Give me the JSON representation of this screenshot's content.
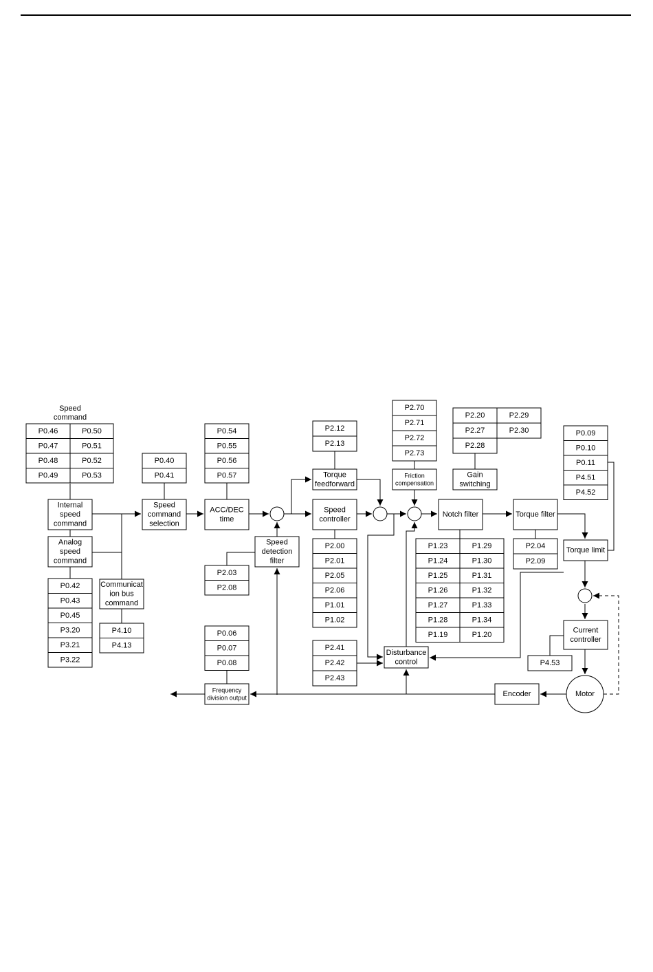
{
  "blocks": {
    "speed_command_title": [
      "Speed",
      "command"
    ],
    "internal_speed": [
      "Internal",
      "speed",
      "command"
    ],
    "analog_speed": [
      "Analog",
      "speed",
      "command"
    ],
    "comm_bus": [
      "Communicat",
      "ion bus",
      "command"
    ],
    "speed_cmd_sel": [
      "Speed",
      "command",
      "selection"
    ],
    "accdec": [
      "ACC/DEC",
      "time"
    ],
    "speed_detect": [
      "Speed",
      "detection",
      "filter"
    ],
    "torque_ff": [
      "Torque",
      "feedforward"
    ],
    "speed_ctrl": [
      "Speed",
      "controller"
    ],
    "friction": [
      "Friction",
      "compensation"
    ],
    "gain_sw": [
      "Gain",
      "switching"
    ],
    "notch": [
      "Notch filter"
    ],
    "torque_filter": [
      "Torque filter"
    ],
    "torque_limit": [
      "Torque limit"
    ],
    "current_ctrl": [
      "Current",
      "controller"
    ],
    "disturbance": [
      "Disturbance",
      "control"
    ],
    "freq_div": [
      "Frequency",
      "division output"
    ],
    "encoder": [
      "Encoder"
    ],
    "motor": [
      "Motor"
    ]
  },
  "params": {
    "speed_cmd_left": [
      "P0.46",
      "P0.47",
      "P0.48",
      "P0.49"
    ],
    "speed_cmd_right": [
      "P0.50",
      "P0.51",
      "P0.52",
      "P0.53"
    ],
    "speed_sel": [
      "P0.40",
      "P0.41"
    ],
    "accdec": [
      "P0.54",
      "P0.55",
      "P0.56",
      "P0.57"
    ],
    "analog": [
      "P0.42",
      "P0.43",
      "P0.45",
      "P3.20",
      "P3.21",
      "P3.22"
    ],
    "comm": [
      "P4.10",
      "P4.13"
    ],
    "speed_detect": [
      "P2.03",
      "P2.08"
    ],
    "freq_div": [
      "P0.06",
      "P0.07",
      "P0.08"
    ],
    "torque_ff": [
      "P2.12",
      "P2.13"
    ],
    "speed_ctrl": [
      "P2.00",
      "P2.01",
      "P2.05",
      "P2.06",
      "P1.01",
      "P1.02"
    ],
    "disturbance": [
      "P2.41",
      "P2.42",
      "P2.43"
    ],
    "friction": [
      "P2.70",
      "P2.71",
      "P2.72",
      "P2.73"
    ],
    "gain_left": [
      "P2.20",
      "P2.27",
      "P2.28"
    ],
    "gain_right": [
      "P2.29",
      "P2.30"
    ],
    "notch_left": [
      "P1.23",
      "P1.24",
      "P1.25",
      "P1.26",
      "P1.27",
      "P1.28",
      "P1.19"
    ],
    "notch_right": [
      "P1.29",
      "P1.30",
      "P1.31",
      "P1.32",
      "P1.33",
      "P1.34",
      "P1.20"
    ],
    "torque_filter": [
      "P2.04",
      "P2.09"
    ],
    "torque_limit": [
      "P0.09",
      "P0.10",
      "P0.11",
      "P4.51",
      "P4.52"
    ],
    "current": [
      "P4.53"
    ]
  }
}
